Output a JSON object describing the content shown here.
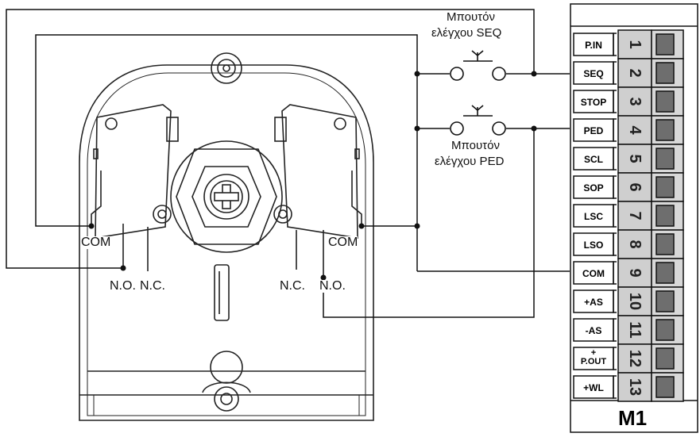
{
  "buttons": {
    "seq_line1": "Μπουτόν",
    "seq_line2": "ελέγχου SEQ",
    "ped_line1": "Μπουτόν",
    "ped_line2": "ελέγχου PED"
  },
  "switches": {
    "left_com": "COM",
    "left_no": "N.O.",
    "left_nc": "N.C.",
    "right_com": "COM",
    "right_nc": "N.C.",
    "right_no": "N.O."
  },
  "terminal_block": {
    "label": "M1",
    "terminals": [
      {
        "name": "P.IN",
        "num": "1"
      },
      {
        "name": "SEQ",
        "num": "2"
      },
      {
        "name": "STOP",
        "num": "3"
      },
      {
        "name": "PED",
        "num": "4"
      },
      {
        "name": "SCL",
        "num": "5"
      },
      {
        "name": "SOP",
        "num": "6"
      },
      {
        "name": "LSC",
        "num": "7"
      },
      {
        "name": "LSO",
        "num": "8"
      },
      {
        "name": "COM",
        "num": "9"
      },
      {
        "name": "+AS",
        "num": "10"
      },
      {
        "name": "-AS",
        "num": "11"
      },
      {
        "name": "+ P.OUT",
        "num": "12"
      },
      {
        "name": "+WL",
        "num": "13"
      }
    ]
  }
}
